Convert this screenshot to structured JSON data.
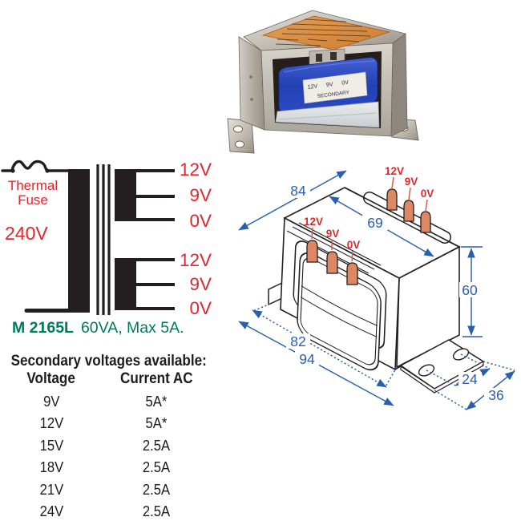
{
  "photo": {
    "name": "transformer product photo",
    "secondary_label": {
      "line1": "12V 9V 0V",
      "line2": "SECONDARY"
    }
  },
  "schematic": {
    "thermal_fuse": [
      "Thermal",
      "Fuse"
    ],
    "primary_voltage": "240V",
    "taps_top": [
      "12V",
      "9V",
      "0V"
    ],
    "taps_bottom": [
      "12V",
      "9V",
      "0V"
    ]
  },
  "model": {
    "code": "M 2165L",
    "rating": "60VA, Max 5A."
  },
  "table": {
    "title": "Secondary voltages available:",
    "headers": [
      "Voltage",
      "Current AC"
    ],
    "rows": [
      [
        "9V",
        "5A*"
      ],
      [
        "12V",
        "5A*"
      ],
      [
        "15V",
        "2.5A"
      ],
      [
        "18V",
        "2.5A"
      ],
      [
        "21V",
        "2.5A"
      ],
      [
        "24V",
        "2.5A"
      ]
    ]
  },
  "drawing": {
    "back_terminals": [
      "12V",
      "9V",
      "0V"
    ],
    "front_terminals": [
      "12V",
      "9V",
      "0V"
    ],
    "dimensions": {
      "d84": "84",
      "d69": "69",
      "d60": "60",
      "d82": "82",
      "d94": "94",
      "d24": "24",
      "d36": "36"
    }
  },
  "colors": {
    "red": "#e8232b",
    "green": "#007a5e",
    "blue": "#2a5fae",
    "black": "#231f20",
    "terminal_orange": "#de8765",
    "tape_blue": "#2f4fc0",
    "label_orange": "#d98a42"
  }
}
